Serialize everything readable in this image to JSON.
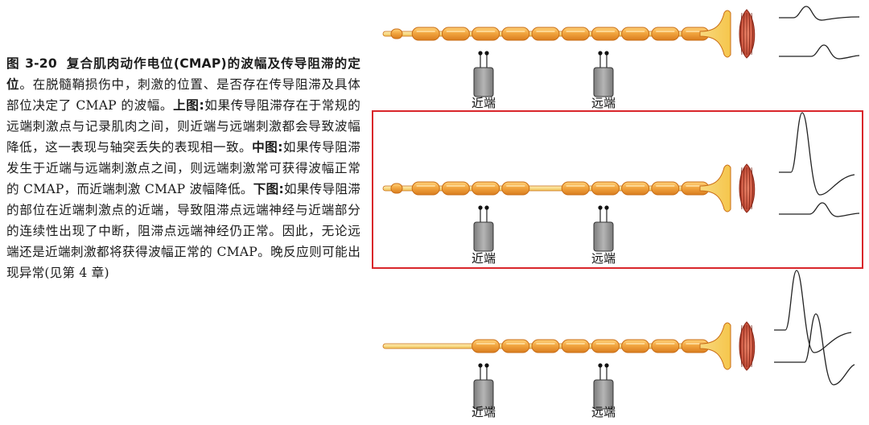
{
  "caption": {
    "figure_number": "图 3-20",
    "title": "复合肌肉动作电位(CMAP)的波幅及传导阻滞的定位",
    "intro": "。在脱髓鞘损伤中，刺激的位置、是否存在传导阻滞及具体部位决定了 CMAP 的波幅。",
    "top_label": "上图:",
    "top_text": "如果传导阻滞存在于常规的远端刺激点与记录肌肉之间，则近端与远端刺激都会导致波幅降低，这一表现与轴突丢失的表现相一致。",
    "middle_label": "中图:",
    "middle_text": "如果传导阻滞发生于近端与远端刺激点之间，则远端刺激常可获得波幅正常的 CMAP，而近端刺激 CMAP 波幅降低。",
    "bottom_label": "下图:",
    "bottom_text": "如果传导阻滞的部位在近端刺激点的近端，导致阻滞点远端神经与近端部分的连续性出现了中断，阻滞点远端神经仍正常。因此，无论远端还是近端刺激都将获得波幅正常的 CMAP。晚反应则可能出现异常(见第 4 章)"
  },
  "panels": [
    {
      "id": "top",
      "proximal_label": "近端",
      "distal_label": "远端",
      "highlighted": false
    },
    {
      "id": "middle",
      "proximal_label": "近端",
      "distal_label": "远端",
      "highlighted": true
    },
    {
      "id": "bottom",
      "proximal_label": "近端",
      "distal_label": "远端",
      "highlighted": false
    }
  ],
  "colors": {
    "myelin": "#f2a640",
    "myelin_edge": "#c96d15",
    "axon": "#f6d57e",
    "muscle": "#d9533c",
    "stimulator": "#9e9e9e",
    "highlight_box": "#d9262b",
    "trace": "#222222"
  }
}
